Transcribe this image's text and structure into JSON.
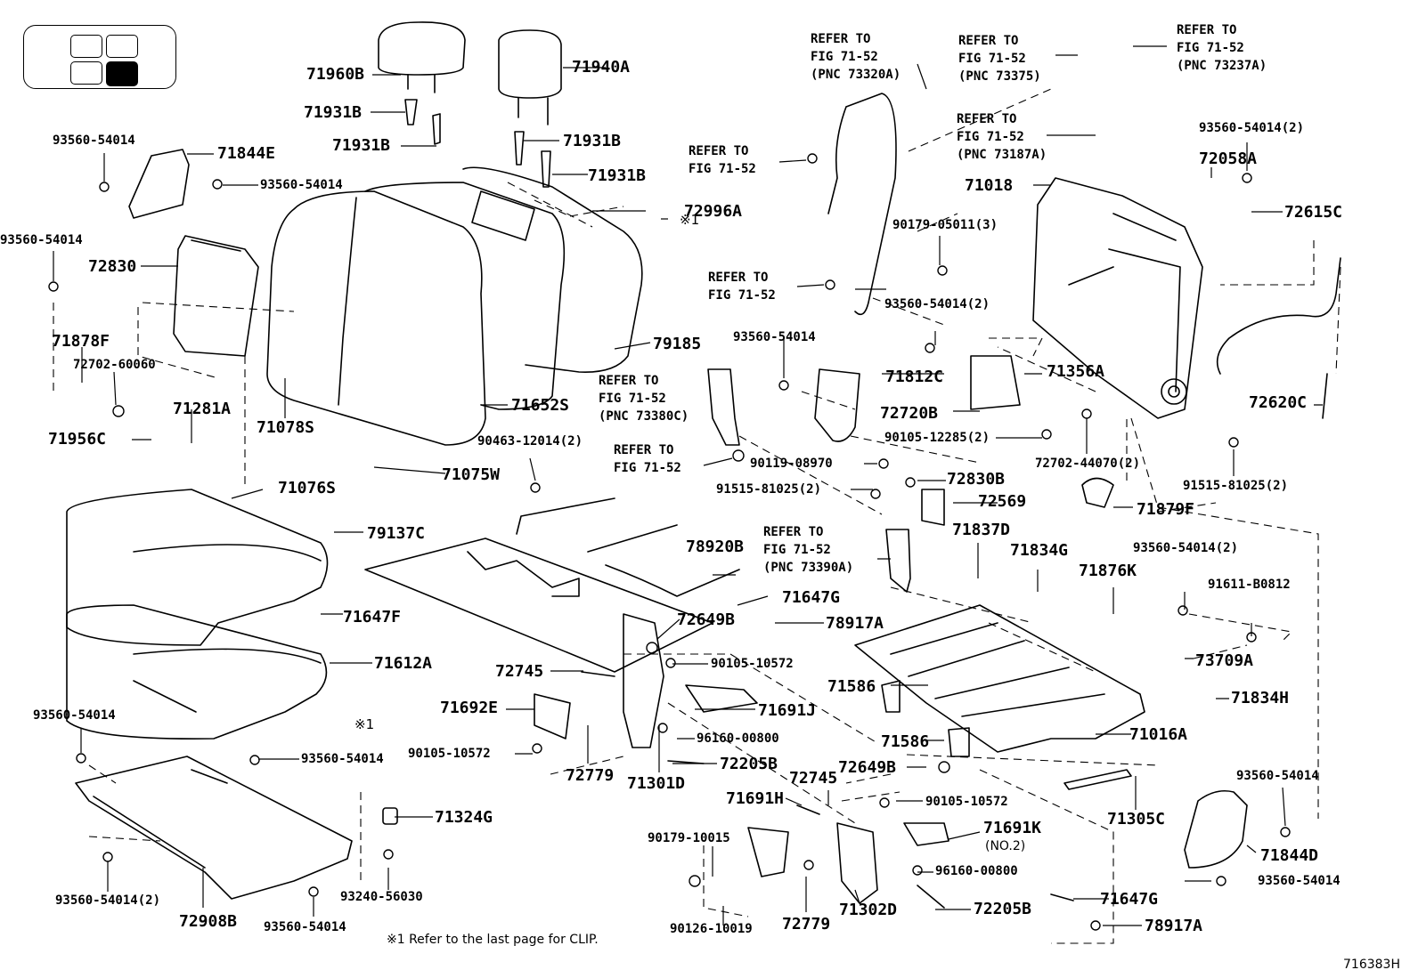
{
  "figure_id": "716383H",
  "footnote": "※1 Refer to the last page for CLIP.",
  "clip_mark": "※1",
  "parts": {
    "p71960B": "71960B",
    "p71940A": "71940A",
    "p71931B_a": "71931B",
    "p71931B_b": "71931B",
    "p71931B_c": "71931B",
    "p71931B_d": "71931B",
    "p93560_54014_a": "93560-54014",
    "p71844E": "71844E",
    "p93560_54014_b": "93560-54014",
    "p93560_54014_c": "93560-54014",
    "p72830": "72830",
    "p71878F": "71878F",
    "p72702_60060": "72702-60060",
    "p71281A": "71281A",
    "p71956C": "71956C",
    "p71078S": "71078S",
    "p71652S": "71652S",
    "p72996A": "72996A",
    "p79185": "79185",
    "p71075W": "71075W",
    "p71076S": "71076S",
    "p79137C": "79137C",
    "p71647F": "71647F",
    "p71612A": "71612A",
    "p93560_54014_d": "93560-54014",
    "p93560_54014_e": "93560-54014",
    "p93560_54014_2a": "93560-54014(2)",
    "p72908B": "72908B",
    "p93560_54014_f": "93560-54014",
    "p93240_56030": "93240-56030",
    "p71324G": "71324G",
    "p90463_12014": "90463-12014(2)",
    "p78920B": "78920B",
    "p71647G_a": "71647G",
    "p78917A_a": "78917A",
    "p72649B_a": "72649B",
    "p72745_a": "72745",
    "p90105_10572_a": "90105-10572",
    "p71692E": "71692E",
    "p71691J": "71691J",
    "p96160_00800_a": "96160-00800",
    "p90105_10572_b": "90105-10572",
    "p72779_a": "72779",
    "p71301D": "71301D",
    "p72205B_a": "72205B",
    "p71691H": "71691H",
    "p72745_b": "72745",
    "p90105_10572_c": "90105-10572",
    "p71691K": "71691K",
    "p71691K_note": "(NO.2)",
    "p96160_00800_b": "96160-00800",
    "p90179_10015": "90179-10015",
    "p90126_10019": "90126-10019",
    "p72779_b": "72779",
    "p71302D": "71302D",
    "p72205B_b": "72205B",
    "p71647G_b": "71647G",
    "p78917A_b": "78917A",
    "p72649B_b": "72649B",
    "p71586_a": "71586",
    "p71586_b": "71586",
    "p71016A": "71016A",
    "p71305C": "71305C",
    "p71834H": "71834H",
    "p73709A": "73709A",
    "p91611_B0812": "91611-B0812",
    "p93560_54014_2b": "93560-54014(2)",
    "p71876K": "71876K",
    "p71834G": "71834G",
    "p71837D": "71837D",
    "p72569": "72569",
    "p72830B": "72830B",
    "p91515_81025_a": "91515-81025(2)",
    "p90119_08970": "90119-08970",
    "p71812C": "71812C",
    "p93560_54014_g": "93560-54014",
    "p93560_54014_2c": "93560-54014(2)",
    "p71356A": "71356A",
    "p72720B": "72720B",
    "p90105_12285": "90105-12285(2)",
    "p72702_44070": "72702-44070(2)",
    "p71879F": "71879F",
    "p91515_81025_b": "91515-81025(2)",
    "p72620C": "72620C",
    "p72615C": "72615C",
    "p72058A": "72058A",
    "p93560_54014_2d": "93560-54014(2)",
    "p71018": "71018",
    "p90179_05011": "90179-05011(3)",
    "p93560_54014_h": "93560-54014",
    "p71844D": "71844D",
    "p93560_54014_i": "93560-54014"
  },
  "refs": {
    "r73320A": "REFER TO\nFIG 71-52\n(PNC 73320A)",
    "r73375": "REFER TO\nFIG 71-52\n(PNC 73375)",
    "r73237A": "REFER TO\nFIG 71-52\n(PNC 73237A)",
    "r73187A": "REFER TO\nFIG 71-52\n(PNC 73187A)",
    "r_belt1": "REFER TO\nFIG 71-52",
    "r_belt2": "REFER TO\nFIG 71-52",
    "r73380C": "REFER TO\nFIG 71-52\n(PNC 73380C)",
    "r_buckle": "REFER TO\nFIG 71-52",
    "r73390A": "REFER TO\nFIG 71-52\n(PNC 73390A)"
  }
}
